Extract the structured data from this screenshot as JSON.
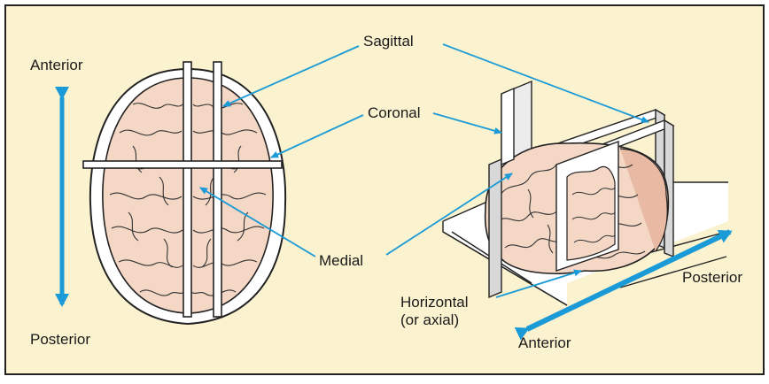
{
  "labels": {
    "anterior_left": "Anterior",
    "posterior_left": "Posterior",
    "sagittal": "Sagittal",
    "coronal": "Coronal",
    "medial": "Medial",
    "horizontal_line1": "Horizontal",
    "horizontal_line2": "(or axial)",
    "posterior_right": "Posterior",
    "anterior_right": "Anterior"
  },
  "colors": {
    "background": "#fbf3d0",
    "border": "#222222",
    "arrow": "#1a9ad6",
    "brain": "#f5d7c6",
    "brain_dark": "#e8b9a3",
    "skull": "#ffffff",
    "plane": "#ffffff",
    "plane_shade": "#e6e6e6",
    "outline": "#222222"
  },
  "icons": {
    "brain_top": "brain-top-view-icon",
    "brain_side": "brain-3d-view-icon"
  }
}
